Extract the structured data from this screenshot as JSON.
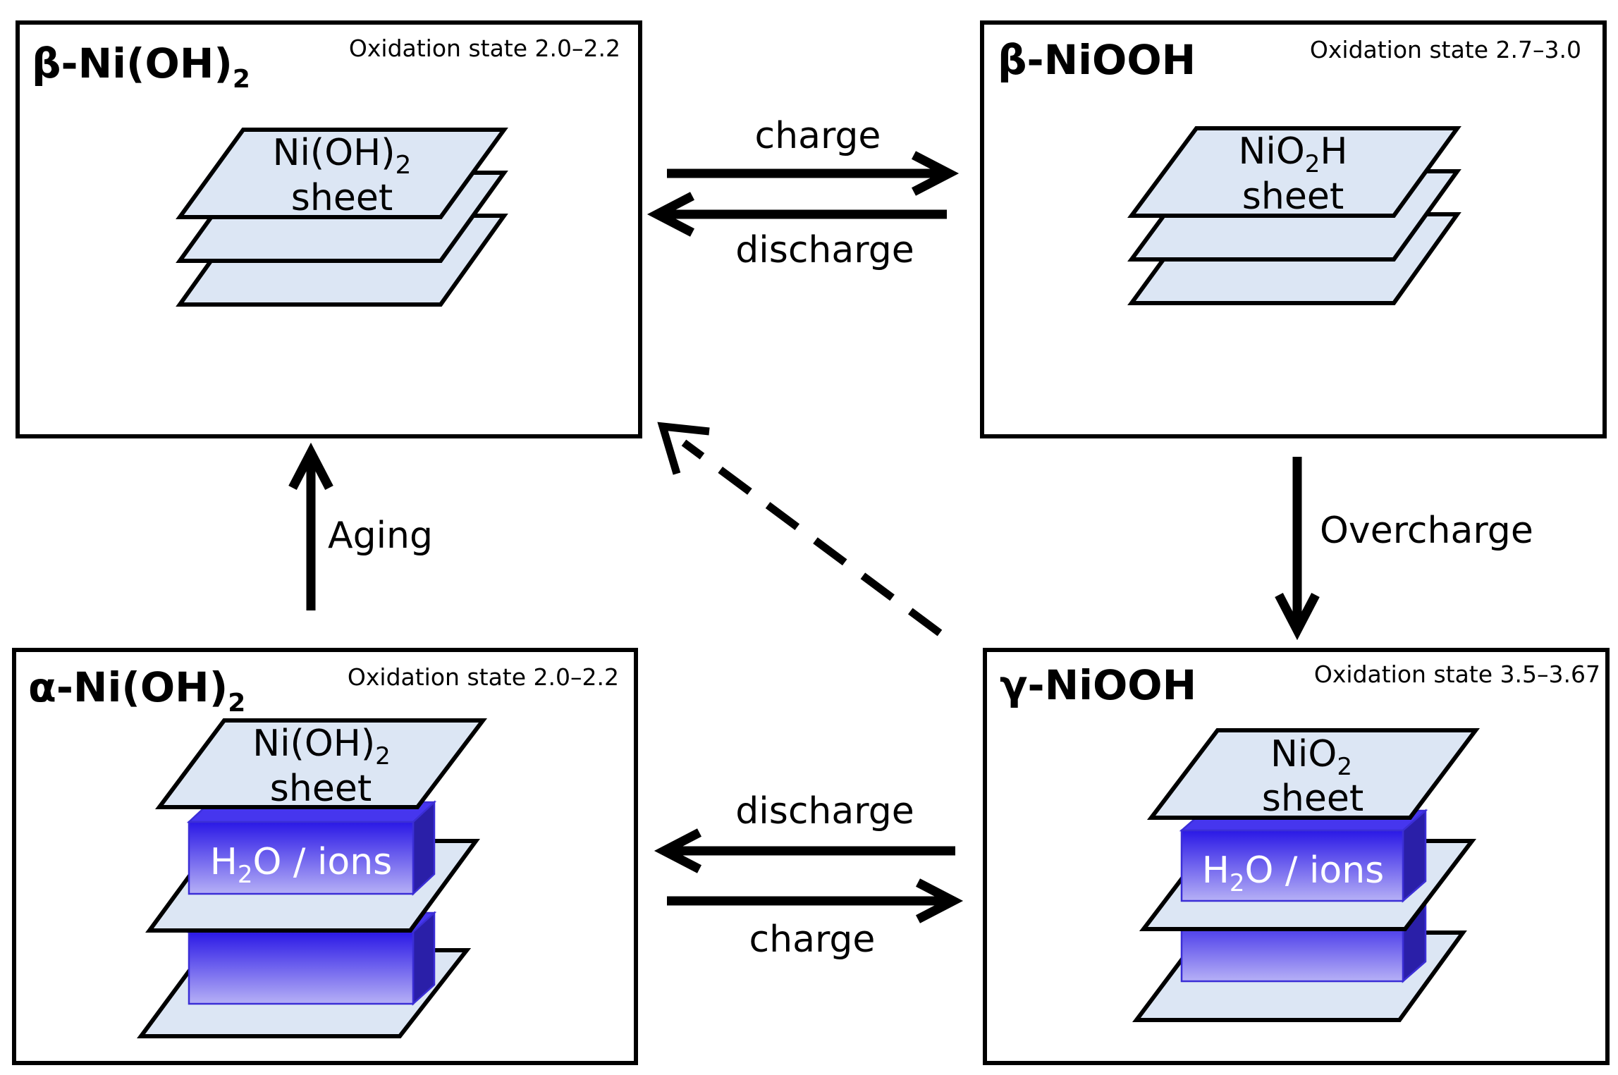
{
  "panels": {
    "beta_ni_oh2": {
      "title": "β-Ni(OH)",
      "title_sub": "2",
      "oxidation": "Oxidation state 2.0–2.2",
      "sheet_line1": "Ni(OH)",
      "sheet_line1_sub": "2",
      "sheet_line2": "sheet"
    },
    "beta_niooh": {
      "title": "β-NiOOH",
      "oxidation": "Oxidation state 2.7–3.0",
      "sheet_line1_a": "NiO",
      "sheet_line1_sub": "2",
      "sheet_line1_b": "H",
      "sheet_line2": "sheet"
    },
    "alpha_ni_oh2": {
      "title": "α-Ni(OH)",
      "title_sub": "2",
      "oxidation": "Oxidation state 2.0–2.2",
      "sheet_line1": "Ni(OH)",
      "sheet_line1_sub": "2",
      "sheet_line2": "sheet",
      "interlayer_a": "H",
      "interlayer_sub": "2",
      "interlayer_b": "O / ions"
    },
    "gamma_niooh": {
      "title": "γ-NiOOH",
      "oxidation": "Oxidation state 3.5–3.67",
      "sheet_line1": "NiO",
      "sheet_line1_sub": "2",
      "sheet_line2": "sheet",
      "interlayer_a": "H",
      "interlayer_sub": "2",
      "interlayer_b": "O / ions"
    }
  },
  "arrows": {
    "top_charge": "charge",
    "top_discharge": "discharge",
    "overcharge": "Overcharge",
    "aging": "Aging",
    "bottom_discharge": "discharge",
    "bottom_charge": "charge"
  },
  "colors": {
    "sheet_fill": "#dce6f4",
    "interlayer_top": "#2a18e6",
    "interlayer_bottom": "#b6b0f6",
    "outline": "#000000"
  }
}
